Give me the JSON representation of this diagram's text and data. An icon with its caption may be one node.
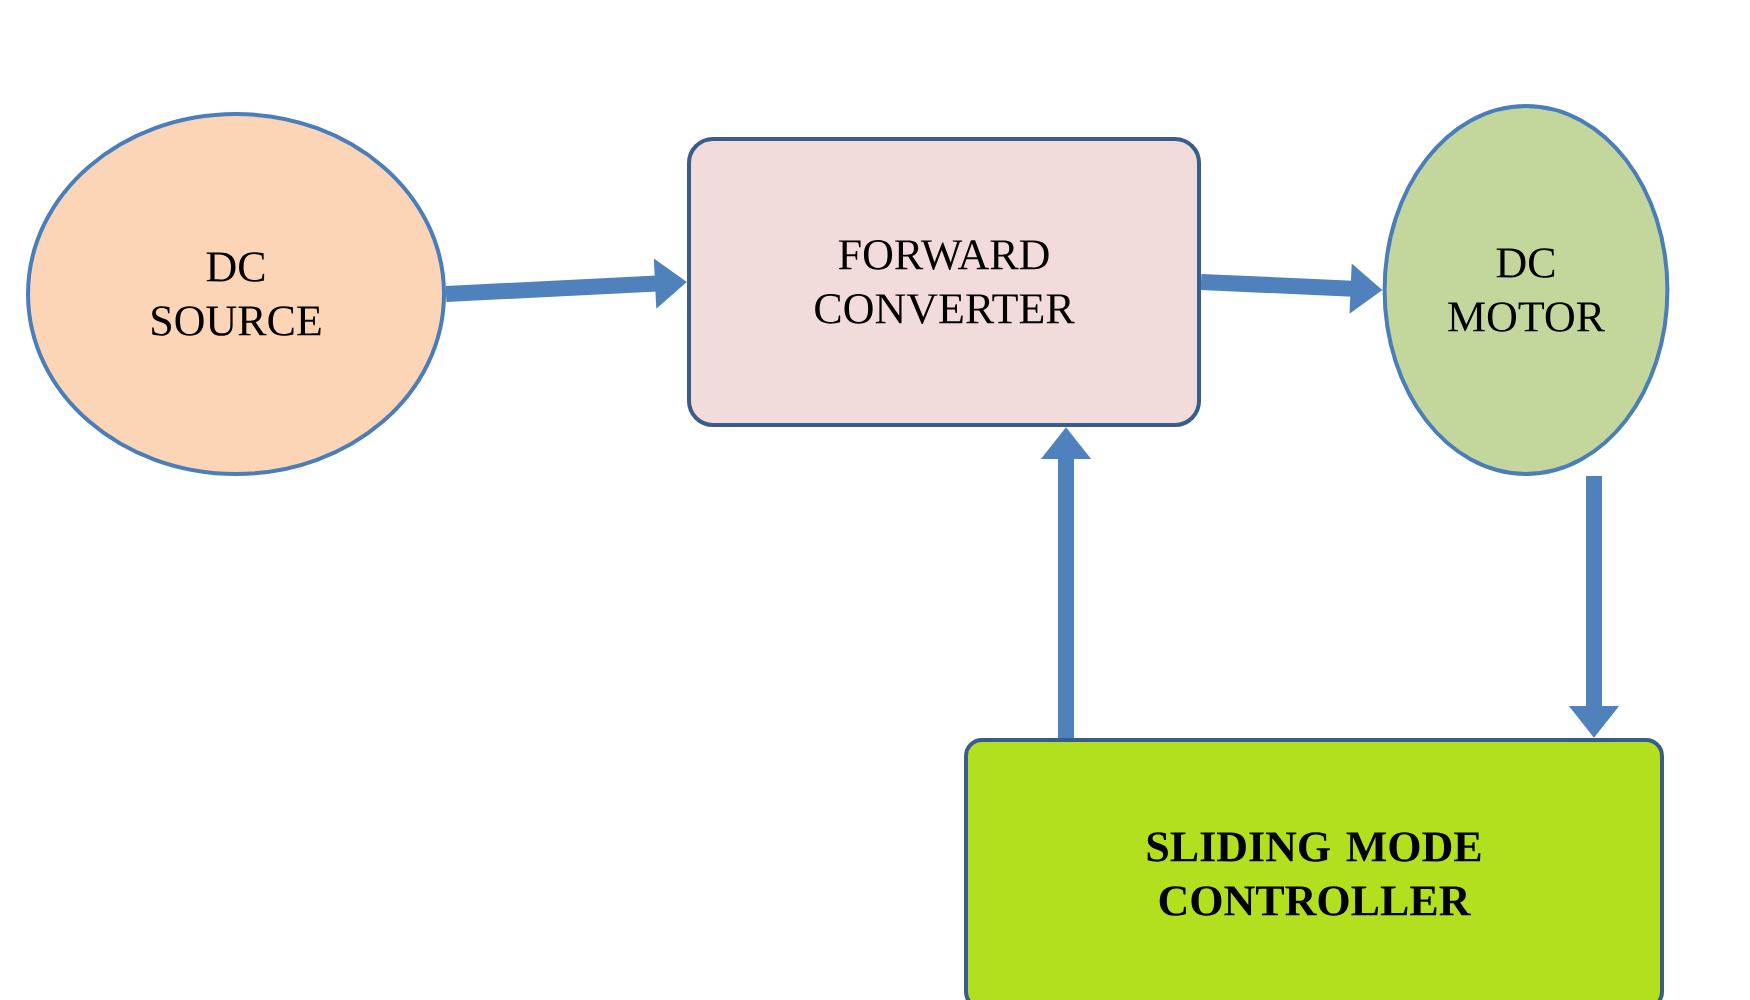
{
  "diagram": {
    "nodes": [
      {
        "text": [
          "DC SOURCE"
        ]
      },
      {
        "text": [
          "FORWARD CONVERTER"
        ]
      },
      {
        "text": [
          "DC MOTOR"
        ]
      },
      {
        "text": [
          "SLIDING MODE CONTROLLER"
        ]
      }
    ],
    "edges": [
      {
        "from": 0,
        "to": 1,
        "arrow": "to"
      },
      {
        "from": 1,
        "to": 2,
        "arrow": "to"
      },
      {
        "from": 2,
        "to": 3,
        "arrow": "to"
      },
      {
        "from": 3,
        "to": 1,
        "arrow": "to"
      }
    ]
  }
}
